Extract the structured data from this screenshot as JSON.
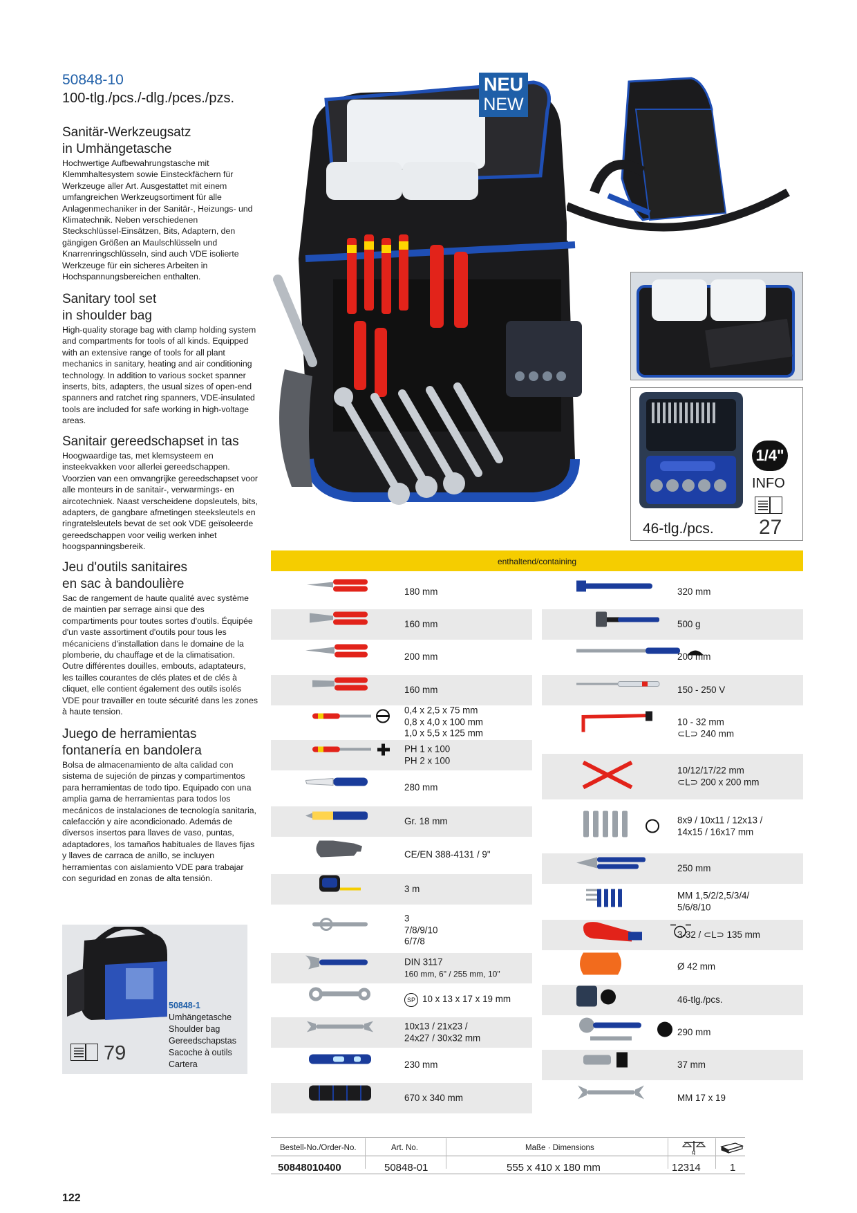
{
  "header": {
    "article_number": "50848-10",
    "pieces_bold": "100-tlg./",
    "pieces_rest": "pcs./-dlg./pces./pzs."
  },
  "sections": [
    {
      "title_line1": "Sanitär-Werkzeugsatz",
      "title_line2": "in Umhängetasche",
      "light": false,
      "body": "Hochwertige Aufbewahrungstasche mit Klemmhaltesystem sowie Einsteckfächern für Werkzeuge aller Art. Ausgestattet mit einem umfangreichen Werkzeugsortiment für alle Anlagenmechaniker in der Sanitär-, Heizungs- und Klimatechnik. Neben verschiedenen Steckschlüssel-Einsätzen, Bits, Adaptern, den gängigen Größen an Maulschlüsseln und Knarrenringschlüsseln, sind auch VDE isolierte Werkzeuge für ein sicheres Arbeiten in Hochspannungsbereichen enthalten."
    },
    {
      "title_line1": "Sanitary tool set",
      "title_line2": "in shoulder bag",
      "light": true,
      "body": "High-quality storage bag with clamp holding system and compartments for tools of all kinds. Equipped with an extensive range of tools for all plant mechanics in sanitary, heating and air conditioning technology. In addition to various socket spanner inserts, bits, adapters, the usual sizes of open-end spanners and ratchet ring spanners, VDE-insulated tools are included for safe working in high-voltage areas."
    },
    {
      "title_line1": "Sanitair gereedschapset in tas",
      "title_line2": "",
      "light": true,
      "body": "Hoogwaardige tas, met klemsysteem en insteekvakken voor allerlei gereedschappen. Voorzien van een omvangrijke gereedschapset voor alle monteurs in de sanitair-, verwarmings- en aircotechniek. Naast verscheidene dopsleutels, bits, adapters, de gangbare afmetingen steeksleutels en ringratelsleutels bevat de set ook VDE geïsoleerde gereedschappen voor veilig werken inhet hoogspanningsbereik."
    },
    {
      "title_line1": "Jeu d'outils sanitaires",
      "title_line2": "en sac à bandoulière",
      "light": true,
      "body": "Sac de rangement de haute qualité avec système de maintien par serrage ainsi que des compartiments pour toutes sortes d'outils. Équipée d'un vaste assortiment d'outils pour tous les mécaniciens d'installation dans le domaine de la plomberie, du chauffage et de la climatisation. Outre différentes douilles, embouts, adaptateurs, les tailles courantes de clés plates et de clés à cliquet, elle contient également des outils isolés VDE pour travailler en toute sécurité dans les zones à haute tension."
    },
    {
      "title_line1": "Juego de herramientas",
      "title_line2": "fontanería en bandolera",
      "light": true,
      "body": "Bolsa de almacenamiento de alta calidad con sistema de sujeción de pinzas y compartimentos para herramientas de todo tipo. Equipado con una amplia gama de herramientas para todos los mecánicos de instalaciones de tecnología sanitaria, calefacción y aire acondicionado. Además de diversos insertos para llaves de vaso, puntas, adaptadores, los tamaños habituales de llaves fijas y llaves de carraca de anillo, se incluyen herramientas con aislamiento VDE para trabajar con seguridad en zonas de alta tensión."
    }
  ],
  "badge": {
    "line1": "NEU",
    "line2": "NEW"
  },
  "bitbox": {
    "caption": "46-tlg./pcs.",
    "drive": "1/4\"",
    "info_label": "INFO",
    "info_page": "27"
  },
  "small_bag": {
    "article": "50848-1",
    "lines": [
      "Umhängetasche",
      "Shoulder bag",
      "Gereedschapstas",
      "Sacoche à outils",
      "Cartera"
    ],
    "page": "79"
  },
  "contents": {
    "banner": "enthaltend/containing",
    "left": [
      {
        "icon": "pliers-icon",
        "lines": [
          "180 mm"
        ]
      },
      {
        "icon": "cutter-pliers-icon",
        "lines": [
          "160 mm"
        ]
      },
      {
        "icon": "long-nose-pliers-icon",
        "lines": [
          "200 mm"
        ]
      },
      {
        "icon": "wire-stripper-icon",
        "lines": [
          "160 mm"
        ]
      },
      {
        "icon": "slotted-screwdriver-icon",
        "lines": [
          "0,4 x 2,5 x 75 mm",
          "0,8 x 4,0 x 100 mm",
          "1,0 x 5,5 x 125 mm"
        ]
      },
      {
        "icon": "phillips-screwdriver-icon",
        "lines": [
          "PH 1 x 100",
          "PH 2 x 100"
        ]
      },
      {
        "icon": "saw-icon",
        "lines": [
          "280 mm"
        ]
      },
      {
        "icon": "cutter-knife-icon",
        "lines": [
          "Gr. 18 mm"
        ]
      },
      {
        "icon": "glove-icon",
        "lines": [
          "CE/EN 388-4131 / 9\""
        ]
      },
      {
        "icon": "tape-measure-icon",
        "lines": [
          "3 m"
        ]
      },
      {
        "icon": "cabinet-key-icon",
        "lines": [
          "3",
          "7/8/9/10",
          "6/7/8"
        ]
      },
      {
        "icon": "adjustable-wrench-icon",
        "lines": [
          "DIN 3117",
          "160 mm, 6\" / 255 mm, 10\""
        ]
      },
      {
        "icon": "ratchet-ring-spanner-icon",
        "lines": [
          "10 x 13 x 17 x 19 mm"
        ],
        "prefix": "SP"
      },
      {
        "icon": "open-end-spanner-icon",
        "lines": [
          "10x13 /  21x23  /",
          "24x27 / 30x32 mm"
        ]
      },
      {
        "icon": "spirit-level-icon",
        "lines": [
          "230 mm"
        ]
      },
      {
        "icon": "tool-roll-icon",
        "lines": [
          "670 x 340 mm"
        ]
      }
    ],
    "right": [
      {
        "icon": "pipe-wrench-icon",
        "lines": [
          "320 mm"
        ]
      },
      {
        "icon": "hammer-icon",
        "lines": [
          "500 g"
        ]
      },
      {
        "icon": "file-icon",
        "lines": [
          "200 mm"
        ]
      },
      {
        "icon": "voltage-tester-icon",
        "lines": [
          "150 - 250 V"
        ]
      },
      {
        "icon": "radiator-key-icon",
        "lines": [
          "10 - 32 mm",
          "⊂L⊃ 240 mm"
        ]
      },
      {
        "icon": "cross-wrench-icon",
        "lines": [
          "10/12/17/22 mm",
          "⊂L⊃ 200 x 200 mm"
        ]
      },
      {
        "icon": "tubular-box-spanner-icon",
        "lines": [
          "8x9 / 10x11 / 12x13 /",
          "14x15 / 16x17 mm"
        ]
      },
      {
        "icon": "water-pump-pliers-icon",
        "lines": [
          "250 mm"
        ]
      },
      {
        "icon": "hex-key-set-icon",
        "lines": [
          "MM 1,5/2/2,5/3/4/",
          "5/6/8/10"
        ]
      },
      {
        "icon": "pipe-cutter-icon",
        "lines": [
          "3-32 / ⊂L⊃ 135 mm"
        ]
      },
      {
        "icon": "deburrer-icon",
        "lines": [
          "Ø 42 mm"
        ]
      },
      {
        "icon": "bit-box-icon",
        "lines": [
          "46-tlg./pcs."
        ]
      },
      {
        "icon": "ratchet-icon",
        "lines": [
          "290 mm"
        ]
      },
      {
        "icon": "adapter-icon",
        "lines": [
          "37 mm"
        ]
      },
      {
        "icon": "double-open-spanner-icon",
        "lines": [
          "MM 17 x 19"
        ]
      }
    ]
  },
  "footer": {
    "headers": {
      "order": "Bestell-No./Order-No.",
      "art": "Art. No.",
      "dims": "Maße · Dimensions"
    },
    "values": {
      "order": "50848010400",
      "art": "50848-01",
      "dims": "555 x 410 x 180 mm",
      "weight": "12314",
      "qty": "1"
    },
    "weight_icon_label": "g"
  },
  "page_number": "122",
  "colors": {
    "blue": "#1f5fa8",
    "banner_yellow": "#f5cd00",
    "row_shade": "#e9e9e9",
    "tool_red": "#e2231a",
    "tool_blue": "#1a3c9b"
  }
}
